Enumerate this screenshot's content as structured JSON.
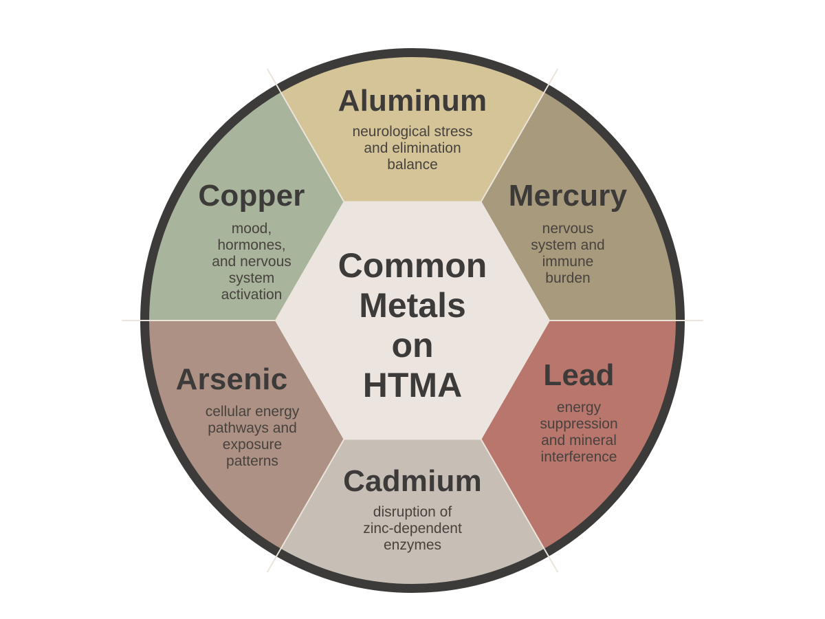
{
  "center": {
    "title": "Common\nMetals\non\nHTMA",
    "fill": "#ece5df"
  },
  "ring": {
    "color": "#3d3b3a"
  },
  "divider_color": "#ebe4da",
  "segments": [
    {
      "id": "aluminum",
      "name": "Aluminum",
      "description": "neurological stress\nand elimination\nbalance",
      "fill": "#d4c498"
    },
    {
      "id": "mercury",
      "name": "Mercury",
      "description": "nervous\nsystem and\nimmune\nburden",
      "fill": "#a89b7d"
    },
    {
      "id": "lead",
      "name": "Lead",
      "description": "energy\nsuppression\nand mineral\ninterference",
      "fill": "#b8766c"
    },
    {
      "id": "cadmium",
      "name": "Cadmium",
      "description": "disruption of\nzinc-dependent\nenzymes",
      "fill": "#c7bfb5"
    },
    {
      "id": "arsenic",
      "name": "Arsenic",
      "description": "cellular energy\npathways and\nexposure\npatterns",
      "fill": "#ae9185"
    },
    {
      "id": "copper",
      "name": "Copper",
      "description": "mood,\nhormones,\nand nervous\nsystem\nactivation",
      "fill": "#a8b59c"
    }
  ]
}
